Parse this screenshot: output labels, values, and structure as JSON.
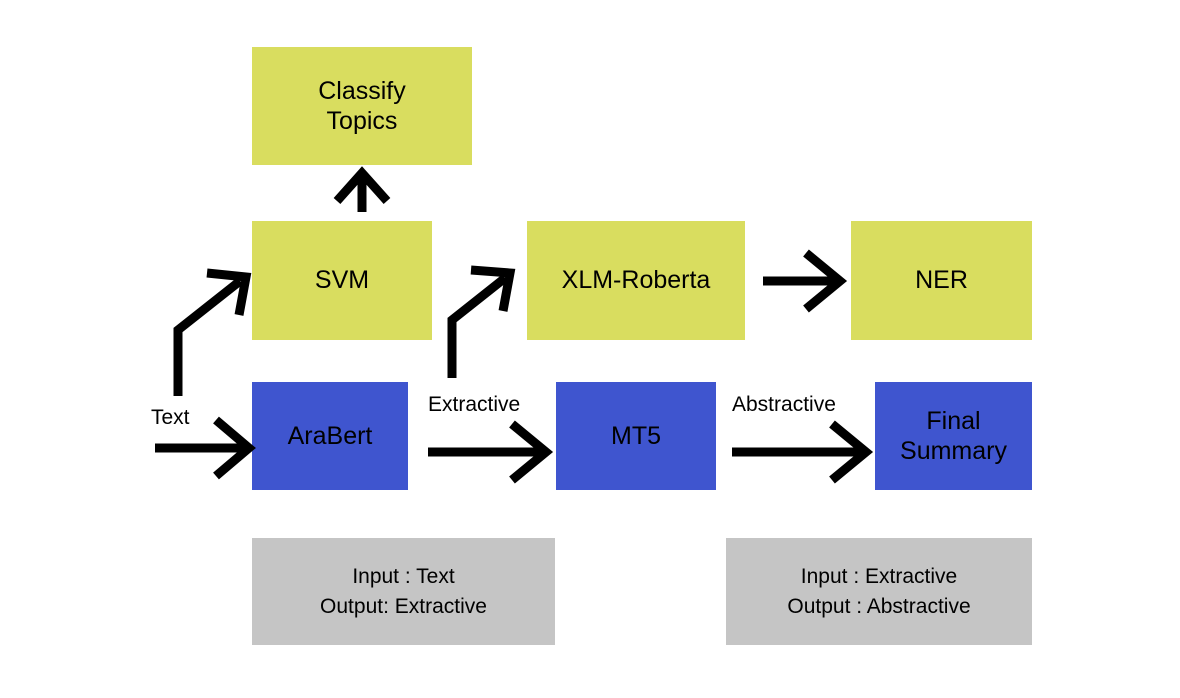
{
  "diagram": {
    "title": "Arabic NLP pipeline flow diagram",
    "background_color": "#ffffff",
    "colors": {
      "yellow_node": "#d9dd5f",
      "blue_node": "#3f55cf",
      "gray_note": "#c5c5c5",
      "arrow": "#000000",
      "text": "#000000"
    },
    "nodes": [
      {
        "id": "classify_topics",
        "label": "Classify\nTopics",
        "color": "yellow"
      },
      {
        "id": "svm",
        "label": "SVM",
        "color": "yellow"
      },
      {
        "id": "xlm_roberta",
        "label": "XLM-Roberta",
        "color": "yellow"
      },
      {
        "id": "ner",
        "label": "NER",
        "color": "yellow"
      },
      {
        "id": "arabert",
        "label": "AraBert",
        "color": "blue"
      },
      {
        "id": "mt5",
        "label": "MT5",
        "color": "blue"
      },
      {
        "id": "final_summary",
        "label": "Final\nSummary",
        "color": "blue"
      }
    ],
    "edge_labels": [
      {
        "id": "text_label",
        "label": "Text"
      },
      {
        "id": "extractive_label",
        "label": "Extractive"
      },
      {
        "id": "abstractive_label",
        "label": "Abstractive"
      }
    ],
    "notes": [
      {
        "id": "note_arabert",
        "line1": "Input : Text",
        "line2": "Output: Extractive"
      },
      {
        "id": "note_mt5",
        "line1": "Input : Extractive",
        "line2": "Output : Abstractive"
      }
    ],
    "edges": [
      {
        "from": "text_input",
        "to": "arabert",
        "label": "Text"
      },
      {
        "from": "text_input",
        "to": "svm",
        "label": ""
      },
      {
        "from": "svm",
        "to": "classify_topics",
        "label": ""
      },
      {
        "from": "arabert",
        "to": "mt5",
        "label": "Extractive"
      },
      {
        "from": "arabert",
        "to": "xlm_roberta",
        "label": ""
      },
      {
        "from": "xlm_roberta",
        "to": "ner",
        "label": ""
      },
      {
        "from": "mt5",
        "to": "final_summary",
        "label": "Abstractive"
      }
    ]
  }
}
